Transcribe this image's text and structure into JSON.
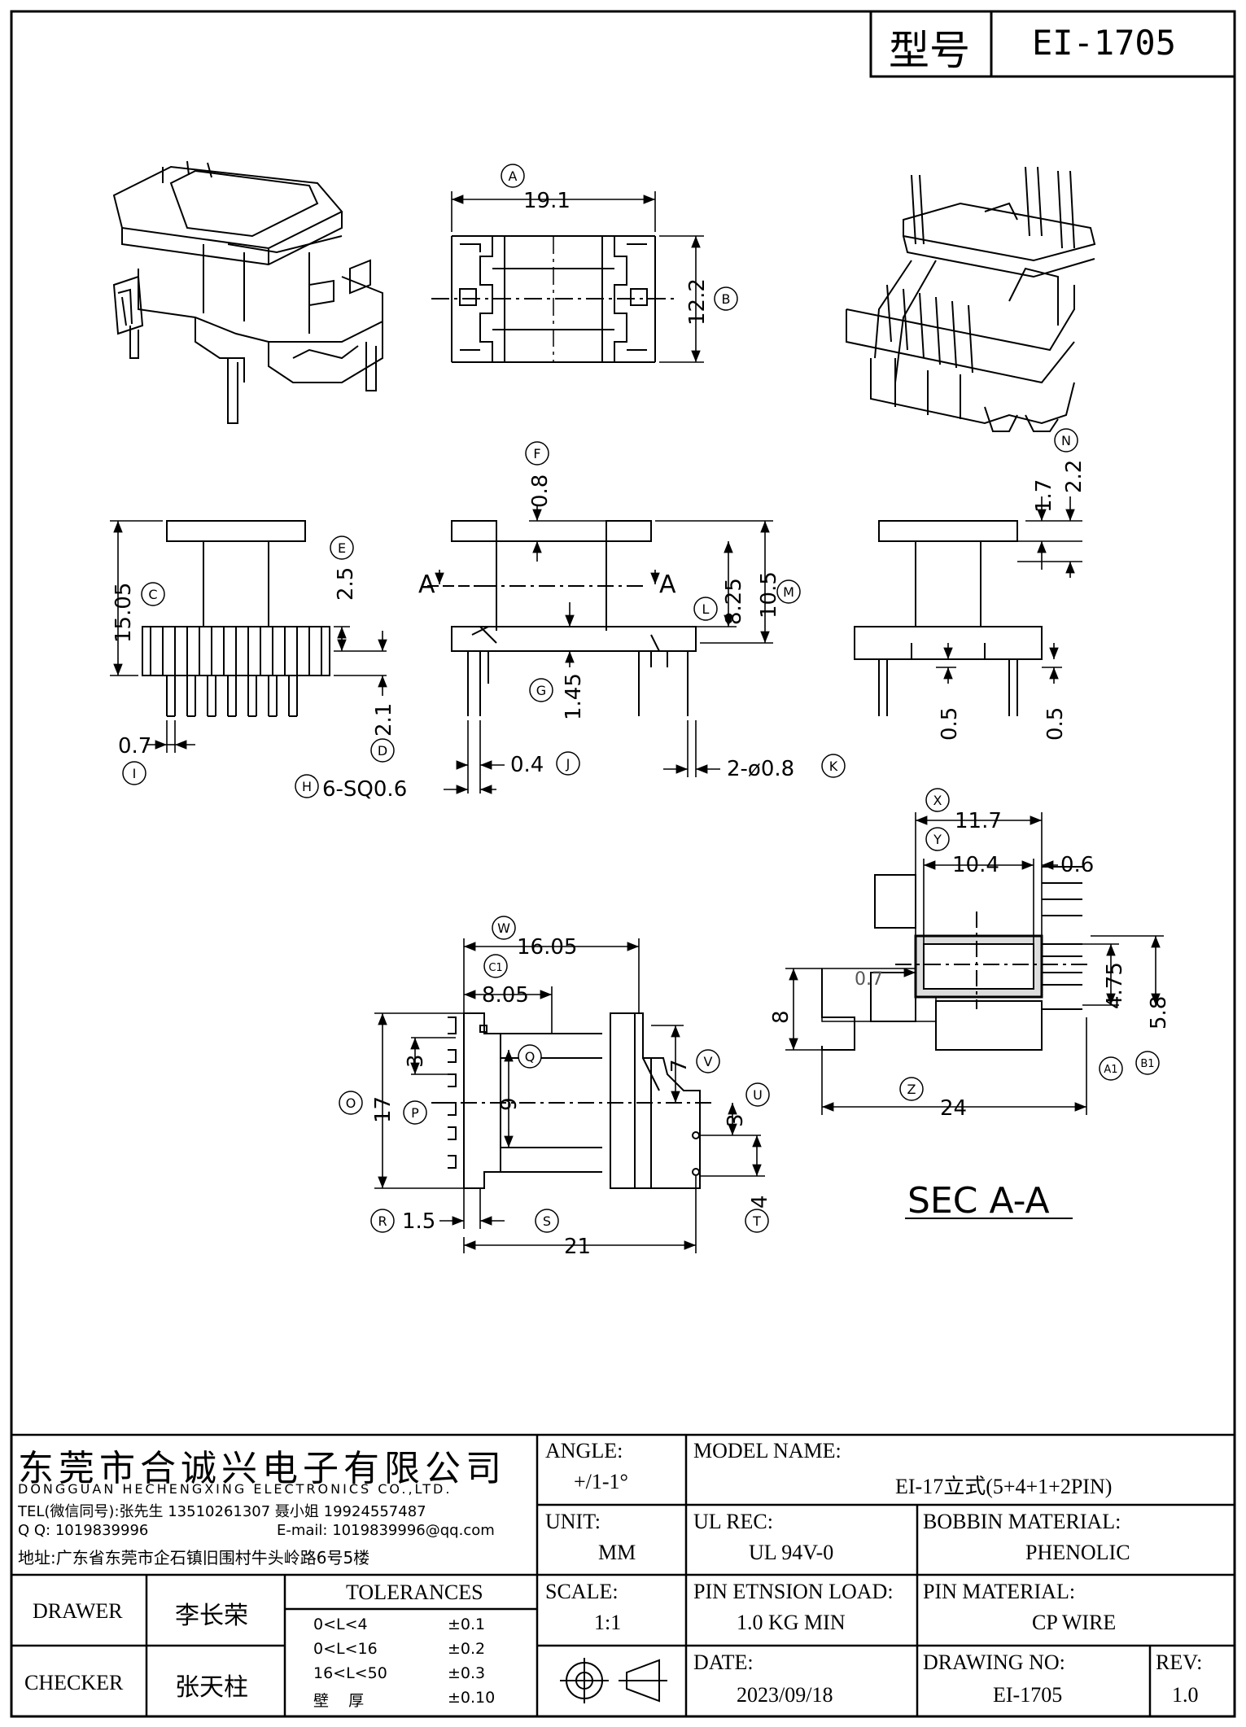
{
  "header": {
    "type_label": "型号",
    "part_number": "EI-1705"
  },
  "dimensions": {
    "A": "19.1",
    "B": "12.2",
    "C": "15.05",
    "D": "2.1",
    "E": "2.5",
    "F": "0.8",
    "G": "1.45",
    "H": "6-SQ0.6",
    "I": "0.7",
    "J": "0.4",
    "K": "2-ø0.8",
    "L": "8.25",
    "M": "10.5",
    "N": "2.2",
    "N2": "1.7",
    "half_a": "0.5",
    "half_b": "0.5",
    "W": "16.05",
    "C1": "8.05",
    "O": "17",
    "P": "3",
    "Q": "9",
    "V": "7",
    "U": "3",
    "T": "4",
    "R": "1.5",
    "S": "21",
    "X": "11.7",
    "Y": "10.4",
    "Y2": "0.6",
    "wall": "0.7",
    "h8": "8",
    "A1": "4.75",
    "B1": "5.8",
    "Z": "24"
  },
  "circle_labels": [
    "A",
    "B",
    "C",
    "D",
    "E",
    "F",
    "G",
    "H",
    "I",
    "J",
    "K",
    "L",
    "M",
    "N",
    "W",
    "C1",
    "O",
    "P",
    "Q",
    "V",
    "U",
    "T",
    "R",
    "S",
    "X",
    "Y",
    "Z",
    "A1",
    "B1"
  ],
  "section_marker": "A",
  "section_title": "SEC A-A",
  "title_block": {
    "company_cn": "东莞市合诚兴电子有限公司",
    "company_en": "DONGGUAN HECHENGXING ELECTRONICS CO.,LTD.",
    "tel": "TEL(微信同号):张先生 13510261307 聂小姐 19924557487",
    "qq": "Q Q: 1019839996",
    "email": "E-mail: 1019839996@qq.com",
    "address": "地址:广东省东莞市企石镇旧围村牛头岭路6号5楼",
    "angle_label": "ANGLE:",
    "angle_value": "+/1-1°",
    "model_label": "MODEL NAME:",
    "model_value": "EI-17立式(5+4+1+2PIN)",
    "unit_label": "UNIT:",
    "unit_value": "MM",
    "ul_label": "UL REC:",
    "ul_value": "UL 94V-0",
    "bobbin_label": "BOBBIN MATERIAL:",
    "bobbin_value": "PHENOLIC",
    "scale_label": "SCALE:",
    "scale_value": "1:1",
    "pin_load_label": "PIN ETNSION LOAD:",
    "pin_load_value": "1.0 KG MIN",
    "pin_mat_label": "PIN MATERIAL:",
    "pin_mat_value": "CP WIRE",
    "date_label": "DATE:",
    "date_value": "2023/09/18",
    "drawing_no_label": "DRAWING NO:",
    "drawing_no_value": "EI-1705",
    "rev_label": "REV:",
    "rev_value": "1.0",
    "drawer_label": "DRAWER",
    "drawer_name": "李长荣",
    "checker_label": "CHECKER",
    "checker_name": "张天柱",
    "tolerances_title": "TOLERANCES",
    "tolerances": [
      {
        "range": "0<L<4",
        "value": "±0.1"
      },
      {
        "range": "0<L<16",
        "value": "±0.2"
      },
      {
        "range": "16<L<50",
        "value": "±0.3"
      },
      {
        "range": "壁    厚",
        "value": "±0.10"
      }
    ]
  }
}
